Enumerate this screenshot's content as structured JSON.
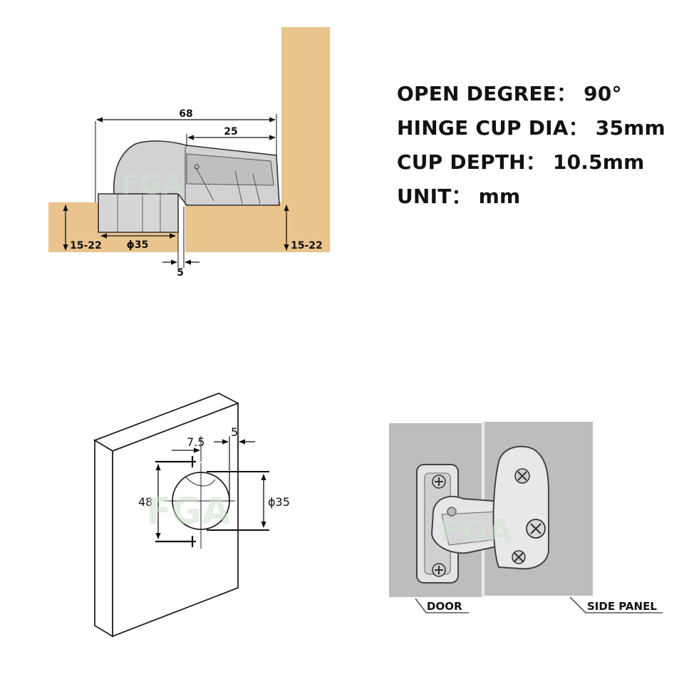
{
  "specs": {
    "open_degree": "OPEN DEGREE： 90°",
    "cup_dia": "HINGE CUP DIA： 35mm",
    "cup_depth": "CUP DEPTH： 10.5mm",
    "unit": "UNIT： mm"
  },
  "side_view": {
    "dim_overall": "68",
    "dim_arm": "25",
    "dim_cup_dia": "ϕ35",
    "dim_edge": "5",
    "dim_door_thickness": "15-22",
    "dim_panel_thickness": "15-22"
  },
  "drill_view": {
    "dim_offset": "7.5",
    "dim_edge": "5",
    "dim_screw_spacing": "48",
    "dim_cup_dia": "ϕ35"
  },
  "hinge_photo": {
    "label_door": "DOOR",
    "label_side_panel": "SIDE PANEL"
  },
  "watermark": "FGA",
  "colors": {
    "wood": "#e9c48c",
    "metal": "#d2d2d4",
    "panel": "#bdbdbd",
    "ink": "#111111"
  }
}
